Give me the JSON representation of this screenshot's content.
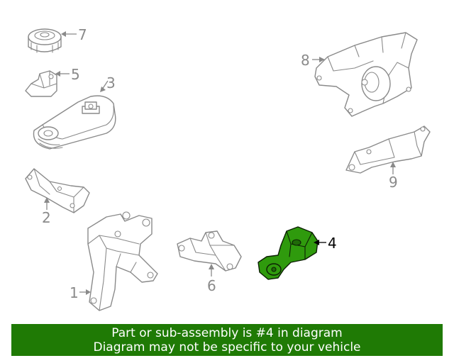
{
  "diagram": {
    "callouts": [
      "1",
      "2",
      "3",
      "4",
      "5",
      "6",
      "7",
      "8",
      "9"
    ],
    "highlighted_part": "4",
    "highlight_color": "#2f9a0d"
  },
  "banner": {
    "line1": "Part or sub-assembly is #4 in diagram",
    "line2": "Diagram may not be specific to your vehicle",
    "background": "#1f7a05"
  }
}
